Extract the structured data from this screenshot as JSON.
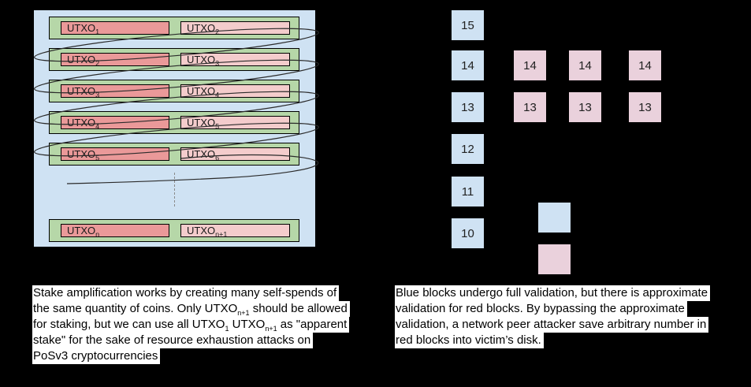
{
  "colors": {
    "container_blue": "#cfe2f3",
    "row_green": "#b6d7a8",
    "utxo_dark": "#ea9999",
    "utxo_light": "#f4cccc",
    "block_blue": "#cfe2f3",
    "block_red": "#ead1dc"
  },
  "left_diagram": {
    "rows": [
      {
        "left": {
          "base": "UTXO",
          "sub": "1"
        },
        "right": {
          "base": "UTXO",
          "sub": "2"
        }
      },
      {
        "left": {
          "base": "UTXO",
          "sub": "2"
        },
        "right": {
          "base": "UTXO",
          "sub": "3"
        }
      },
      {
        "left": {
          "base": "UTXO",
          "sub": "3"
        },
        "right": {
          "base": "UTXO",
          "sub": "4"
        }
      },
      {
        "left": {
          "base": "UTXO",
          "sub": "4"
        },
        "right": {
          "base": "UTXO",
          "sub": "5"
        }
      },
      {
        "left": {
          "base": "UTXO",
          "sub": "5"
        },
        "right": {
          "base": "UTXO",
          "sub": "6"
        }
      },
      {
        "left": {
          "base": "UTXO",
          "sub": "n"
        },
        "right": {
          "base": "UTXO",
          "sub": "n+1"
        }
      }
    ]
  },
  "right_diagram": {
    "blue_column": [
      "15",
      "14",
      "13",
      "12",
      "11",
      "10"
    ],
    "red_rows": [
      {
        "label": "14",
        "count": 3
      },
      {
        "label": "13",
        "count": 3
      }
    ],
    "legend_blocks": [
      {
        "type": "blue"
      },
      {
        "type": "red"
      }
    ]
  },
  "captions": {
    "left": {
      "lines": [
        [
          {
            "t": "Stake amplification works by creating many self-spends of"
          }
        ],
        [
          {
            "t": "the same quantity of coins. Only UTXO"
          },
          {
            "s": "n+1"
          },
          {
            "t": " should be allowed"
          }
        ],
        [
          {
            "t": "for staking, but we can use all UTXO"
          },
          {
            "s": "1"
          },
          {
            "t": " UTXO"
          },
          {
            "s": "n+1"
          },
          {
            "t": " as \"apparent"
          }
        ],
        [
          {
            "t": "stake\" for the sake of resource exhaustion attacks on"
          }
        ],
        [
          {
            "t": "PoSv3 cryptocurrencies"
          }
        ]
      ]
    },
    "right": {
      "lines": [
        [
          {
            "t": "Blue blocks undergo full validation, but there is approximate"
          }
        ],
        [
          {
            "t": "validation for red blocks. By bypassing the approximate"
          }
        ],
        [
          {
            "t": "validation, a network peer attacker save arbitrary number in"
          }
        ],
        [
          {
            "t": "red blocks into victim’s disk."
          }
        ]
      ]
    }
  }
}
